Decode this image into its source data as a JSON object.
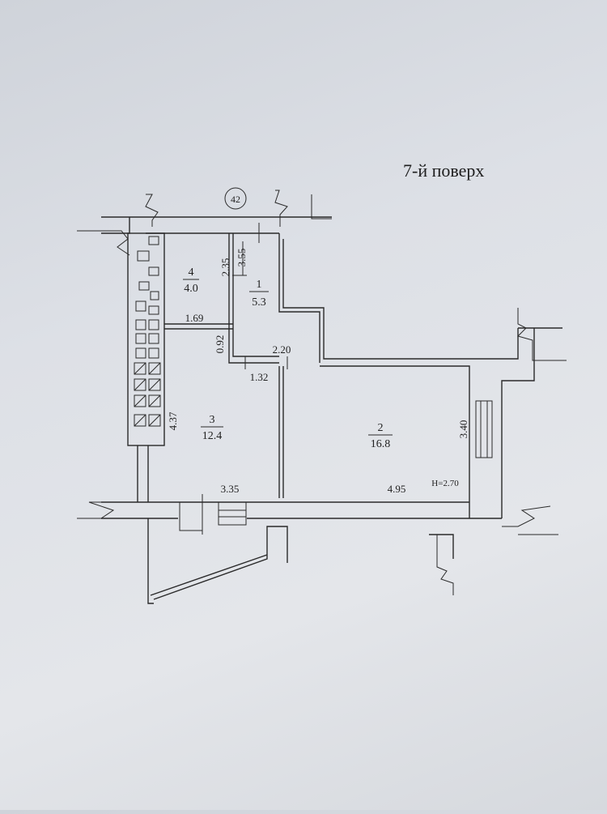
{
  "floor_label": "7-й поверх",
  "axis_marker": "42",
  "rooms": [
    {
      "number": "1",
      "area": "5.3"
    },
    {
      "number": "2",
      "area": "16.8"
    },
    {
      "number": "3",
      "area": "12.4"
    },
    {
      "number": "4",
      "area": "4.0"
    }
  ],
  "dimensions": {
    "d_2_35": "2.35",
    "d_3_55": "3.55",
    "d_1_69": "1.69",
    "d_0_92": "0.92",
    "d_2_20": "2.20",
    "d_1_32": "1.32",
    "d_4_37": "4.37",
    "d_3_35": "3.35",
    "d_4_95": "4.95",
    "d_3_40": "3.40",
    "height_note": "H=2.70"
  }
}
